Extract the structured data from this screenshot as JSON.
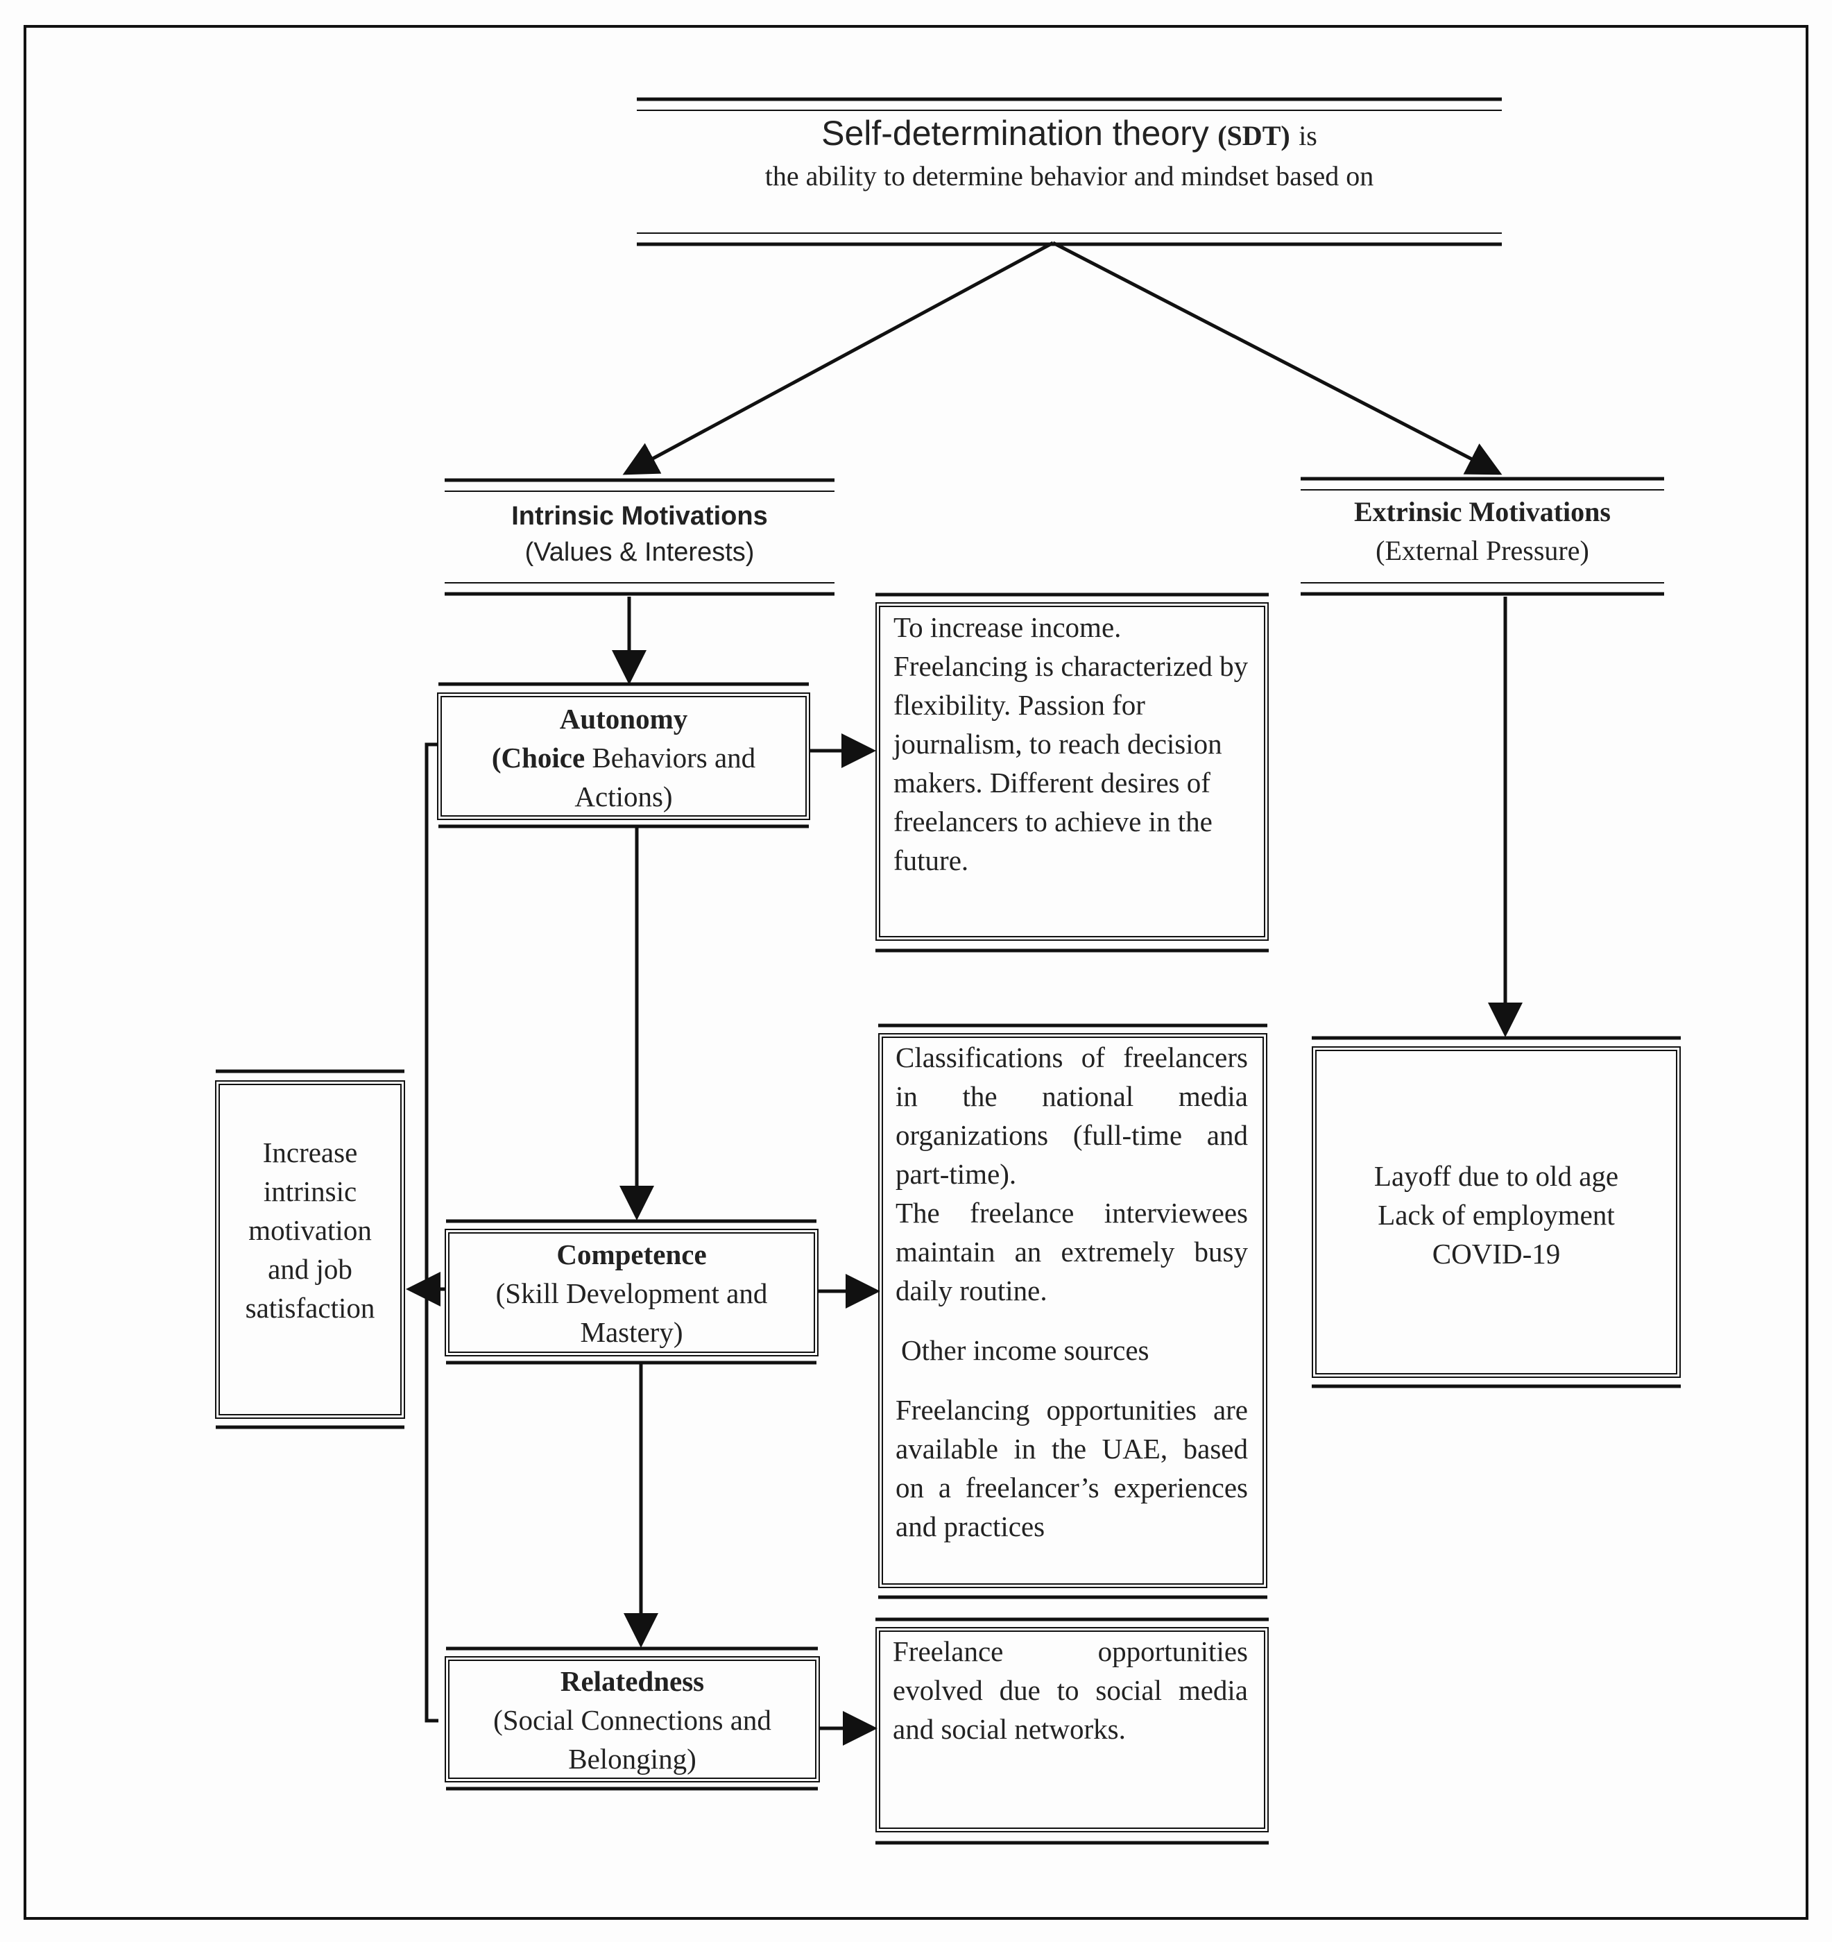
{
  "title": {
    "line1_main": "Self-determination theory",
    "line1_abbr": "(SDT)",
    "line1_tail": "is",
    "line2": "the ability to determine behavior and mindset based on"
  },
  "intrinsic": {
    "title": "Intrinsic Motivations",
    "subtitle": "(Values & Interests)"
  },
  "extrinsic": {
    "title": "Extrinsic Motivations",
    "subtitle": "(External Pressure)"
  },
  "autonomy": {
    "title": "Autonomy",
    "line2_a": "(Choice",
    "line2_b": "Behaviors and",
    "line3": "Actions)"
  },
  "competence": {
    "title": "Competence",
    "line2": "(Skill Development and",
    "line3": "Mastery)"
  },
  "relatedness": {
    "title": "Relatedness",
    "line2": "(Social Connections and",
    "line3": "Belonging)"
  },
  "autonomy_detail": {
    "text": "To increase income. Freelancing is characterized by flexibility. Passion for journalism, to reach decision makers. Different desires of freelancers to achieve in the future."
  },
  "competence_detail": {
    "para1": "Classifications of freelancers in the national media organizations (full-time and part-time).",
    "para2": "The freelance interviewees maintain an extremely busy daily routine.",
    "para3": "Other income sources",
    "para4": "Freelancing opportunities are available in the UAE, based on a freelancer’s experiences and practices"
  },
  "relatedness_detail": {
    "text": "Freelance opportunities evolved due to social media and social networks."
  },
  "outcome": {
    "line1": "Increase",
    "line2": "intrinsic",
    "line3": "motivation",
    "line4": "and job",
    "line5": "satisfaction"
  },
  "extrinsic_detail": {
    "line1": "Layoff due to old age",
    "line2": "Lack of employment",
    "line3": "COVID-19"
  }
}
